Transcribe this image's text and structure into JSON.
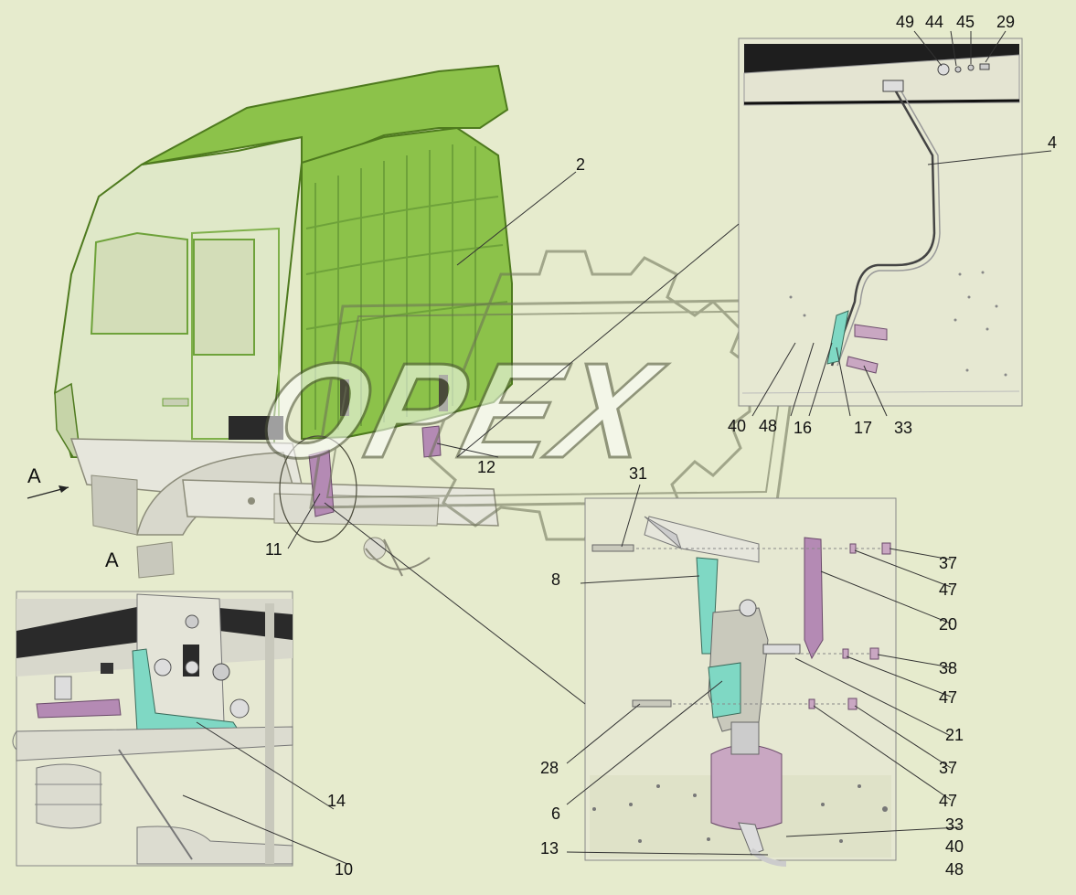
{
  "view_labels": {
    "arrow_letter": "A",
    "view_letter": "A"
  },
  "watermark": {
    "text": "OPEX"
  },
  "callouts": {
    "c2": "2",
    "c4": "4",
    "c49": "49",
    "c44": "44",
    "c45": "45",
    "c29": "29",
    "c40a": "40",
    "c48a": "48",
    "c16": "16",
    "c17": "17",
    "c33a": "33",
    "c12": "12",
    "c11": "11",
    "c31": "31",
    "c8": "8",
    "c37a": "37",
    "c47a": "47",
    "c20": "20",
    "c38": "38",
    "c47b": "47",
    "c21": "21",
    "c37b": "37",
    "c28": "28",
    "c47c": "47",
    "c6": "6",
    "c33b": "33",
    "c40b": "40",
    "c13": "13",
    "c48b": "48",
    "c14": "14",
    "c10": "10"
  },
  "colors": {
    "background": "#e6ebcd",
    "cab_green": "#8cc24a",
    "cab_light": "#dfe8c8",
    "frame": "#e6e6dc",
    "cyan_part": "#7fd8c4",
    "purple_part": "#b48ab4",
    "pink_cylinder": "#c9a7c2",
    "watermark": "#6a6f55"
  }
}
